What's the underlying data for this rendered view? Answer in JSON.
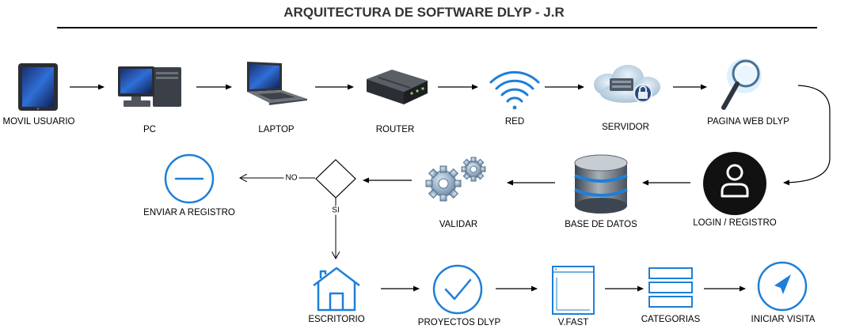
{
  "title": "ARQUITECTURA DE SOFTWARE DLYP - J.R",
  "nodes": {
    "movil": "MOVIL USUARIO",
    "pc": "PC",
    "laptop": "LAPTOP",
    "router": "ROUTER",
    "red": "RED",
    "servidor": "SERVIDOR",
    "pagina_web": "PAGINA WEB DLYP",
    "login": "LOGIN / REGISTRO",
    "base_datos": "BASE DE DATOS",
    "validar": "VALIDAR",
    "enviar": "ENVIAR A REGISTRO",
    "escritorio": "ESCRITORIO",
    "proyectos": "PROYECTOS DLYP",
    "vfast": "V.FAST",
    "categorias": "CATEGORIAS",
    "iniciar": "INICIAR VISITA"
  },
  "edges": {
    "no": "NO",
    "si": "SI"
  },
  "colors": {
    "blue_icon": "#1e7fd8",
    "login_circle": "#111111",
    "arrow": "#000000"
  },
  "icons": {
    "movil": "tablet-icon",
    "pc": "desktop-computer-icon",
    "laptop": "laptop-icon",
    "router": "router-icon",
    "red": "wifi-icon",
    "servidor": "secure-server-icon",
    "pagina_web": "magnifier-icon",
    "login": "user-icon",
    "base_datos": "database-icon",
    "validar": "gears-icon",
    "decision": "diamond-decision",
    "enviar": "minus-circle-icon",
    "escritorio": "home-icon",
    "proyectos": "check-circle-icon",
    "vfast": "window-icon",
    "categorias": "list-icon",
    "iniciar": "navigation-icon"
  }
}
